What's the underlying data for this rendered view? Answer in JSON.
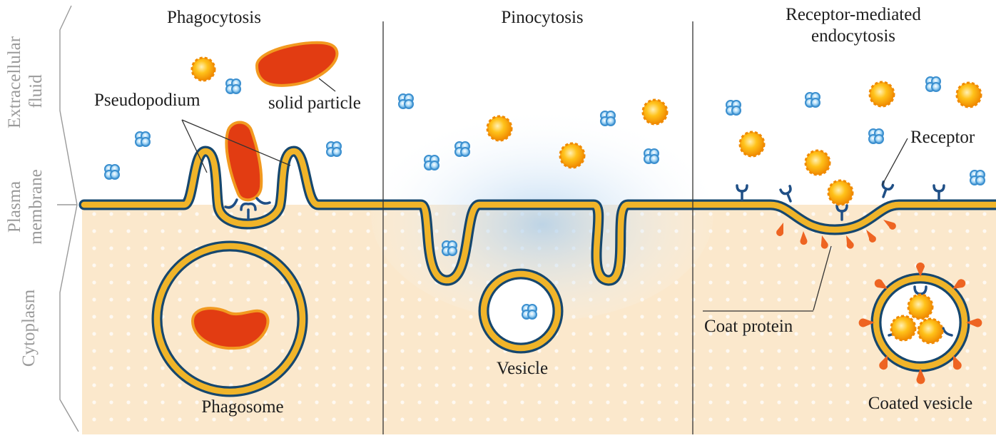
{
  "sections": {
    "phagocytosis": "Phagocytosis",
    "pinocytosis": "Pinocytosis",
    "receptor_line1": "Receptor-mediated",
    "receptor_line2": "endocytosis"
  },
  "side_labels": {
    "extracellular_line1": "Extracellular",
    "extracellular_line2": "fluid",
    "plasma_line1": "Plasma",
    "plasma_line2": "membrane",
    "cytoplasm": "Cytoplasm"
  },
  "labels": {
    "pseudopodium": "Pseudopodium",
    "solid_particle": "solid particle",
    "phagosome": "Phagosome",
    "vesicle": "Vesicle",
    "receptor": "Receptor",
    "coat_protein": "Coat protein",
    "coated_vesicle": "Coated vesicle"
  },
  "colors": {
    "membrane_outline": "#16476e",
    "membrane_fill": "#f0b429",
    "cytoplasm": "#fbe8cc",
    "particle": "#e03a10",
    "ligand": "#f5a000",
    "molecule": "#55a9dc",
    "coat_protein": "#ee6422",
    "receptor": "#1f4f86",
    "side_text": "#9a9a9a"
  }
}
